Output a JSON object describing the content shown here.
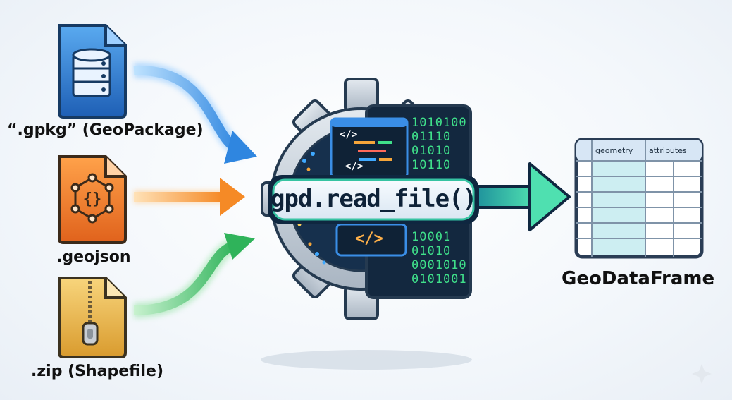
{
  "inputs": [
    {
      "label": "“.gpkg” (GeoPackage)",
      "icon": "database-icon",
      "color": "#2f7fd0"
    },
    {
      "label": ".geojson",
      "icon": "json-braces-icon",
      "color": "#f07a2a"
    },
    {
      "label": ".zip (Shapefile)",
      "icon": "zipper-icon",
      "color": "#e8b84a"
    }
  ],
  "function_name": "gpd.read_file()",
  "code_tags": {
    "top_1": "</>",
    "top_2": "</>",
    "bottom": "</>"
  },
  "binary_top": "1010100\n01110\n01010\n10110",
  "binary_bottom": "10001\n01010\n0001010\n0101001",
  "output": {
    "label": "GeoDataFrame",
    "columns": [
      "geometry",
      "attributes"
    ]
  },
  "colors": {
    "blue": "#3a8ee6",
    "orange": "#f59a3a",
    "green": "#3dbb63",
    "gear": "#c9d3dd",
    "dark": "#0f2740"
  }
}
